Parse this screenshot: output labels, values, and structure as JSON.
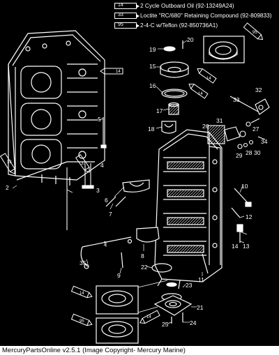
{
  "legend": [
    {
      "code": "14",
      "text": "2 Cycle Outboard Oil (92-13249A24)"
    },
    {
      "code": "33",
      "text": "Loctite \"RC/680\" Retaining Compound (92-809833)"
    },
    {
      "code": "95",
      "text": "2-4-C w/Teflon (92-850736A1)"
    }
  ],
  "callouts": {
    "c1": "1",
    "c2": "2",
    "c3": "3",
    "c4": "4",
    "c5": "5",
    "c6": "6",
    "c7": "7",
    "c8": "8",
    "c9": "9",
    "c10": "10",
    "c11": "11",
    "c12": "12",
    "c13": "13",
    "c14": "14",
    "c15": "15",
    "c16": "16",
    "c17": "17",
    "c18": "18",
    "c19": "19",
    "c20": "20",
    "c21": "21",
    "c22": "22",
    "c23": "23",
    "c24": "24",
    "c25": "25",
    "c26": "26",
    "c27": "27",
    "c28": "28",
    "c29": "29",
    "c30": "30",
    "c31": "31",
    "c32": "32",
    "c33": "33",
    "c34": "34",
    "c35": "35"
  },
  "tube_labels": {
    "t95": "95",
    "t14": "14",
    "t33": "33"
  },
  "footer": "MercuryPartsOnline v2.5.1 (Image Copyright- Mercury Marine)"
}
